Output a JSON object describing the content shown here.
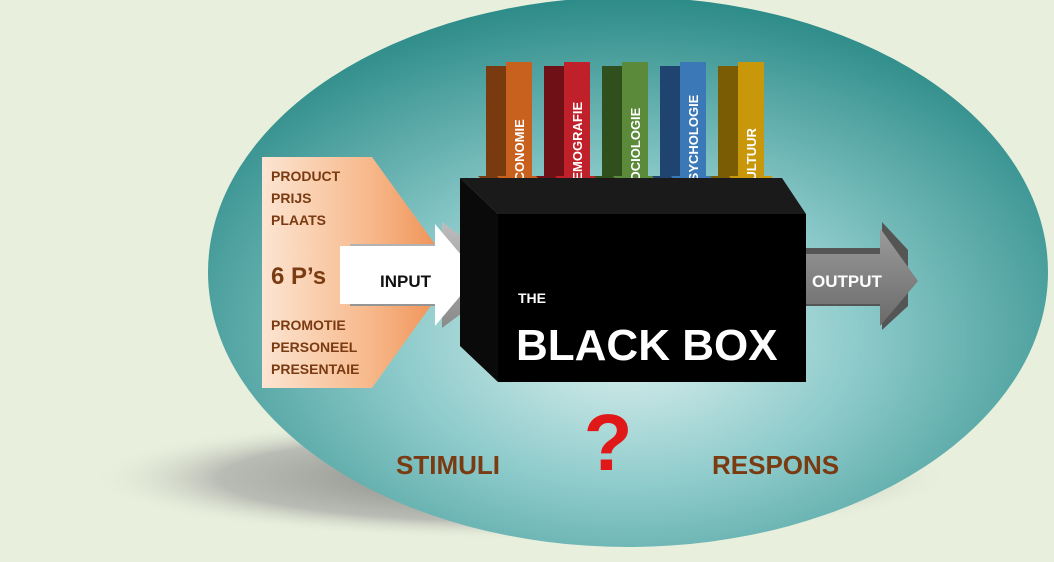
{
  "factors": [
    {
      "label": "ECONOMIE",
      "color": "#c8601e",
      "shadow": "#7a3a10"
    },
    {
      "label": "DEMOGRAFIE",
      "color": "#c0202a",
      "shadow": "#6e1016"
    },
    {
      "label": "SOCIOLOGIE",
      "color": "#5a8a3a",
      "shadow": "#2f4f1c"
    },
    {
      "label": "PSYCHOLOGIE",
      "color": "#3a78b8",
      "shadow": "#1f4470"
    },
    {
      "label": "CULTUUR",
      "color": "#c8980a",
      "shadow": "#7a5c04"
    }
  ],
  "marketing_mix": {
    "top_items": [
      "PRODUCT",
      "PRIJS",
      "PLAATS"
    ],
    "center_label": "6 P’s",
    "bottom_items": [
      "PROMOTIE",
      "PERSONEEL",
      "PRESENTAIE"
    ]
  },
  "input_label": "INPUT",
  "output_label": "OUTPUT",
  "box": {
    "small_title": "THE",
    "title": "BLACK BOX"
  },
  "question_mark": "?",
  "stimuli_label": "STIMULI",
  "respons_label": "RESPONS",
  "colors": {
    "ellipse_light": "#d6ecec",
    "ellipse_dark": "#2f8f8c",
    "brown_text": "#7a3a12",
    "question": "#e01818"
  }
}
